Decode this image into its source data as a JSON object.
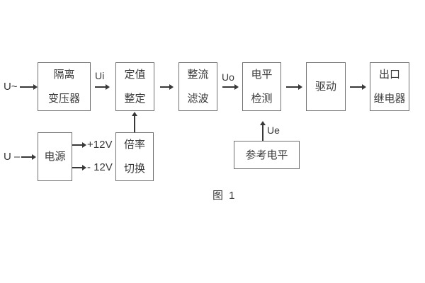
{
  "diagram": {
    "caption": "图 1",
    "inputs": {
      "ac": "U~",
      "dc": "U –"
    },
    "signals": {
      "ui": "Ui",
      "uo": "Uo",
      "ue": "Ue"
    },
    "power_rails": {
      "positive": "+12V",
      "negative": "- 12V"
    },
    "blocks": {
      "isolation_transformer": {
        "line1": "隔离",
        "line2": "变压器"
      },
      "setting_adjustment": {
        "line1": "定值",
        "line2": "整定"
      },
      "rectifier_filter": {
        "line1": "整流",
        "line2": "滤波"
      },
      "level_detection": {
        "line1": "电平",
        "line2": "检测"
      },
      "drive": {
        "line1": "驱动"
      },
      "output_relay": {
        "line1": "出口",
        "line2": "继电器"
      },
      "power_supply": {
        "line1": "电源"
      },
      "ratio_switch": {
        "line1": "倍率",
        "line2": "切换"
      },
      "reference_level": {
        "line1": "参考电平"
      }
    },
    "colors": {
      "background": "#ffffff",
      "border": "#6f6f6f",
      "text": "#383838",
      "line": "#383838"
    }
  }
}
